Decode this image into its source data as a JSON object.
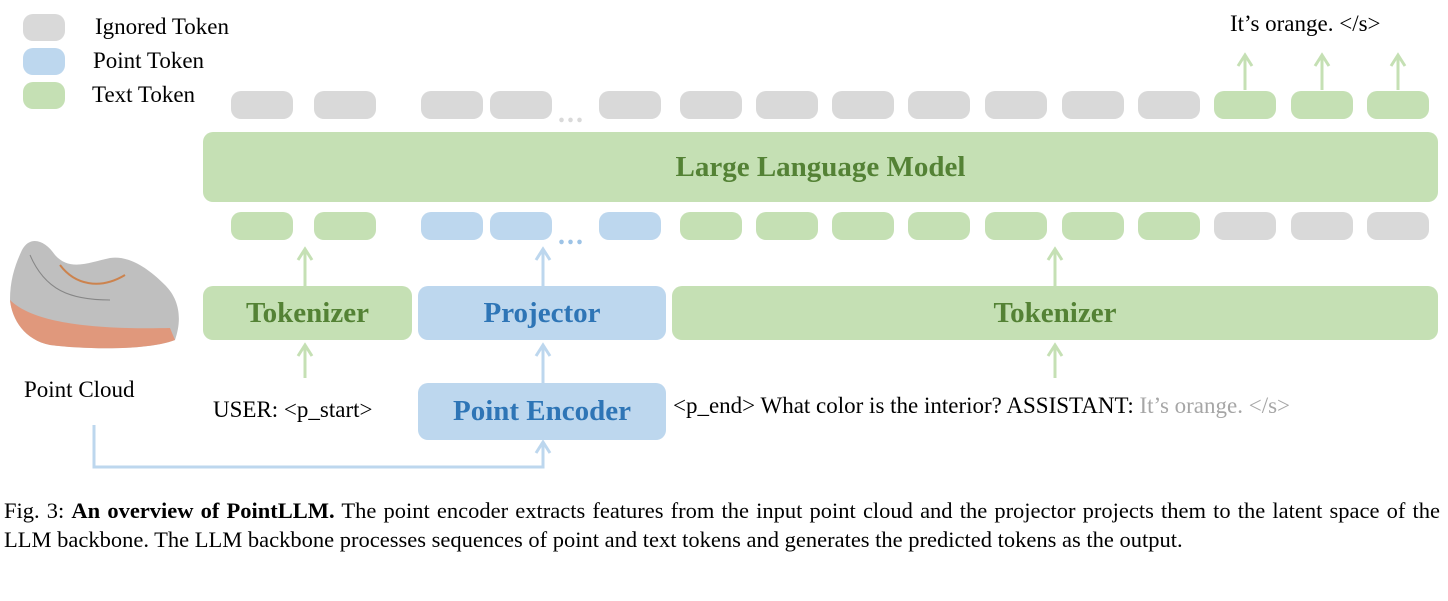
{
  "legend": [
    {
      "label": "Ignored Token",
      "color": "#d9d9d9"
    },
    {
      "label": "Point Token",
      "color": "#bdd7ee"
    },
    {
      "label": "Text Token",
      "color": "#c5e0b4"
    }
  ],
  "output_text": "It’s orange. </s>",
  "llm_label": "Large Language Model",
  "tokenizer_left_label": "Tokenizer",
  "projector_label": "Projector",
  "tokenizer_right_label": "Tokenizer",
  "point_encoder_label": "Point Encoder",
  "point_cloud_label": "Point Cloud",
  "ellipsis": "...",
  "prompt": {
    "prefix": "USER: <p_start>",
    "middle": "<p_end> What color is the interior? ASSISTANT:",
    "answer": "It’s orange. </s>"
  },
  "top_tokens": [
    "gray",
    "gray",
    "gray",
    "gray",
    "gray",
    "gray",
    "gray",
    "gray",
    "gray",
    "gray",
    "gray",
    "gray",
    "green",
    "green",
    "green"
  ],
  "bottom_tokens": [
    "green",
    "green",
    "blue",
    "blue",
    "blue",
    "green",
    "green",
    "green",
    "green",
    "green",
    "green",
    "green",
    "gray",
    "gray",
    "gray"
  ],
  "caption": {
    "prefix": "Fig. 3: ",
    "bold": "An overview of PointLLM.",
    "body": " The point encoder extracts features from the input point cloud and the projector projects them to the latent space of the LLM backbone. The LLM backbone processes sequences of point and text tokens and generates the predicted tokens as the output."
  },
  "colors": {
    "green": "#c5e0b4",
    "green_text": "#548235",
    "blue": "#bdd7ee",
    "blue_text": "#2e75b6",
    "gray": "#d9d9d9",
    "answer_gray": "#a6a6a6"
  }
}
